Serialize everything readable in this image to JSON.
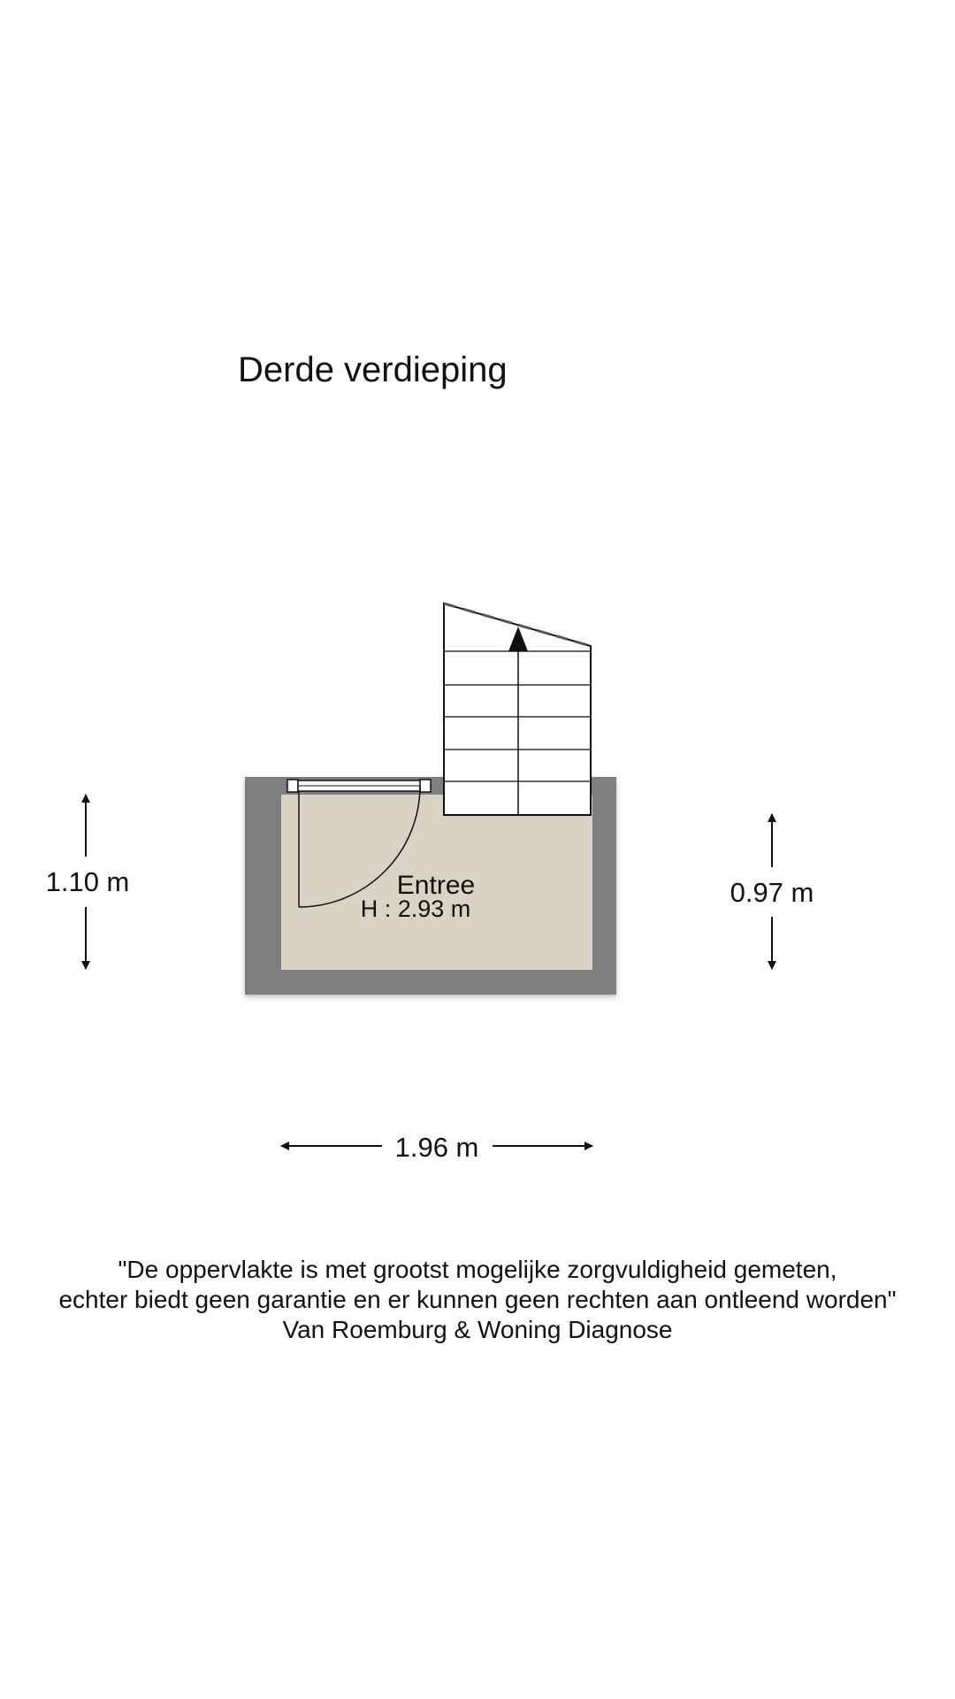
{
  "floor": {
    "title": "Derde verdieping"
  },
  "room": {
    "name": "Entree",
    "height_label": "H : 2.93 m"
  },
  "dimensions": {
    "left_height": "1.10 m",
    "right_height": "0.97 m",
    "width": "1.96 m"
  },
  "disclaimer": {
    "line1": "\"De oppervlakte is met grootst mogelijke zorgvuldigheid gemeten,",
    "line2": "echter biedt geen garantie en er kunnen geen rechten aan ontleend worden\"",
    "line3": "Van Roemburg & Woning Diagnose"
  },
  "colors": {
    "wall": "#7f7f7f",
    "floor": "#d8d3c3",
    "stairs": "#ffffff",
    "line": "#111111"
  }
}
